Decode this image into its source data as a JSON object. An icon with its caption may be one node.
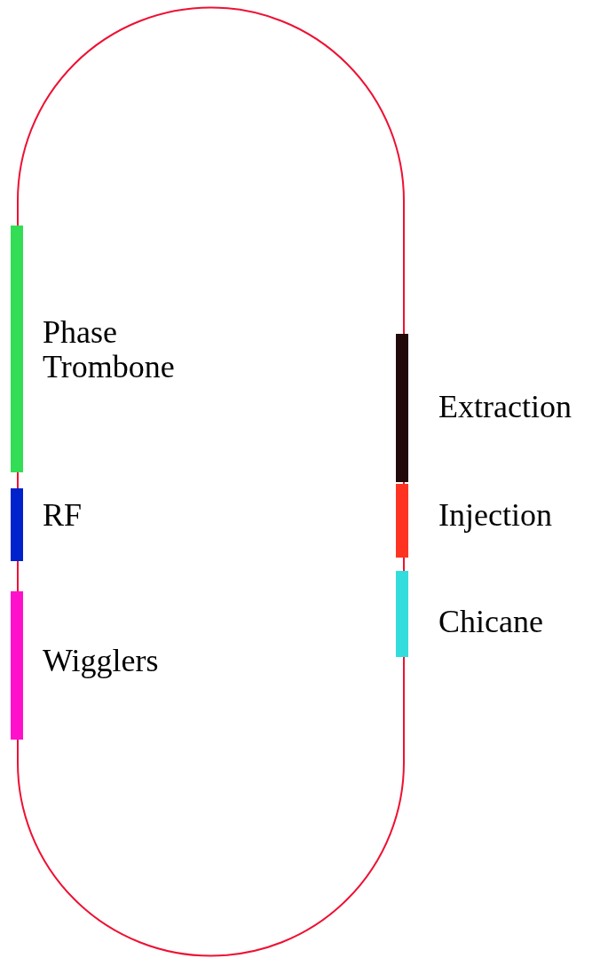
{
  "diagram": {
    "nodes": [
      {
        "text": [],
        "shape": "bar",
        "beside": [
          "Phase Trombone"
        ]
      },
      {
        "text": [],
        "shape": "bar",
        "beside": [
          "RF"
        ]
      },
      {
        "text": [],
        "shape": "bar",
        "beside": [
          "Wigglers"
        ]
      },
      {
        "text": [],
        "shape": "bar",
        "beside": [
          "Extraction"
        ]
      },
      {
        "text": [],
        "shape": "bar",
        "beside": [
          "Injection"
        ]
      },
      {
        "text": [],
        "shape": "bar",
        "beside": [
          "Chicane"
        ]
      }
    ]
  }
}
